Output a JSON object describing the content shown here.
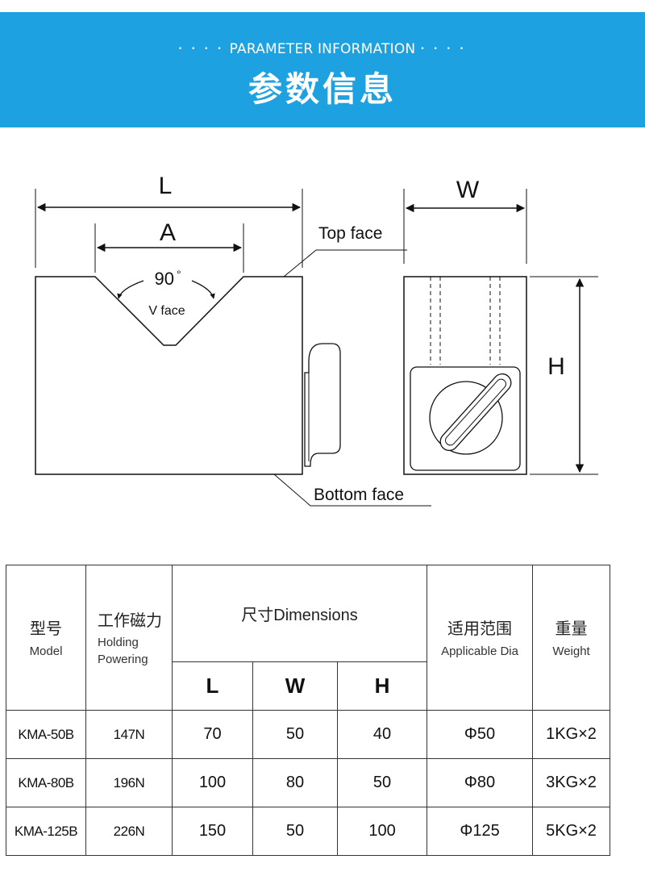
{
  "banner": {
    "subtitle": "PARAMETER INFORMATION",
    "title": "参数信息",
    "color": "#1ea1e0"
  },
  "diagram": {
    "label_L": "L",
    "label_A": "A",
    "angle": "90",
    "angle_unit": "°",
    "v_face": "V face",
    "top_face": "Top face",
    "bottom_face": "Bottom face",
    "label_W": "W",
    "label_H": "H"
  },
  "table": {
    "headers": {
      "model_cn": "型号",
      "model_en": "Model",
      "force_cn": "工作磁力",
      "force_en_1": "Holding",
      "force_en_2": "Powering",
      "dimensions": "尺寸Dimensions",
      "dia_cn": "适用范围",
      "dia_en": "Applicable Dia",
      "weight_cn": "重量",
      "weight_en": "Weight",
      "L": "L",
      "W": "W",
      "H": "H"
    },
    "rows": [
      {
        "model": "KMA-50B",
        "force": "147N",
        "L": "70",
        "W": "50",
        "H": "40",
        "dia": "Φ50",
        "weight": "1KG×2"
      },
      {
        "model": "KMA-80B",
        "force": "196N",
        "L": "100",
        "W": "80",
        "H": "50",
        "dia": "Φ80",
        "weight": "3KG×2"
      },
      {
        "model": "KMA-125B",
        "force": "226N",
        "L": "150",
        "W": "50",
        "H": "100",
        "dia": "Φ125",
        "weight": "5KG×2"
      }
    ]
  }
}
